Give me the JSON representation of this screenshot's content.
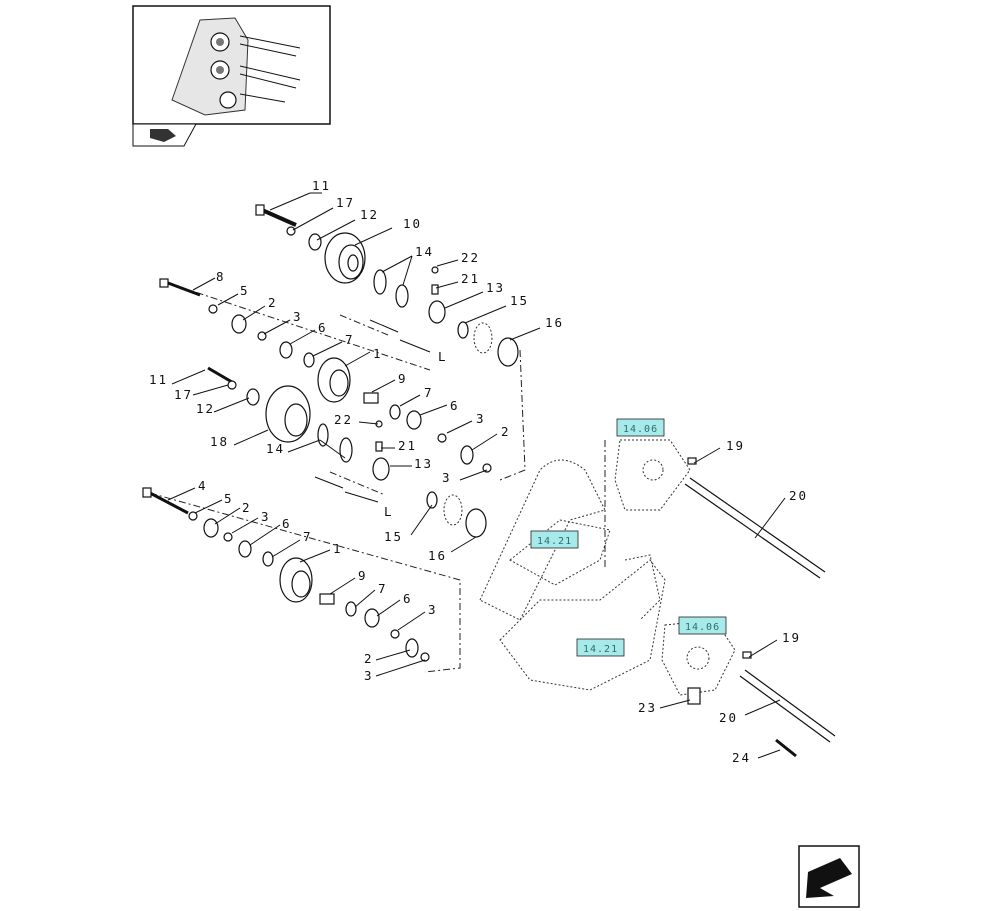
{
  "callouts": [
    {
      "id": "c11a",
      "text": "11"
    },
    {
      "id": "c17a",
      "text": "17"
    },
    {
      "id": "c12a",
      "text": "12"
    },
    {
      "id": "c10",
      "text": "10"
    },
    {
      "id": "c14a",
      "text": "14"
    },
    {
      "id": "c22a",
      "text": "22"
    },
    {
      "id": "c21a",
      "text": "21"
    },
    {
      "id": "c13a",
      "text": "13"
    },
    {
      "id": "c15a",
      "text": "15"
    },
    {
      "id": "c16a",
      "text": "16"
    },
    {
      "id": "c8",
      "text": "8"
    },
    {
      "id": "c5a",
      "text": "5"
    },
    {
      "id": "c2a",
      "text": "2"
    },
    {
      "id": "c3a",
      "text": "3"
    },
    {
      "id": "c6a",
      "text": "6"
    },
    {
      "id": "c7a",
      "text": "7"
    },
    {
      "id": "c1a",
      "text": "1"
    },
    {
      "id": "c9a",
      "text": "9"
    },
    {
      "id": "c7b",
      "text": "7"
    },
    {
      "id": "c6b",
      "text": "6"
    },
    {
      "id": "c3b",
      "text": "3"
    },
    {
      "id": "c2b",
      "text": "2"
    },
    {
      "id": "c3c",
      "text": "3"
    },
    {
      "id": "c11b",
      "text": "11"
    },
    {
      "id": "c17b",
      "text": "17"
    },
    {
      "id": "c12b",
      "text": "12"
    },
    {
      "id": "c18",
      "text": "18"
    },
    {
      "id": "c14b",
      "text": "14"
    },
    {
      "id": "c22b",
      "text": "22"
    },
    {
      "id": "c21b",
      "text": "21"
    },
    {
      "id": "c13b",
      "text": "13"
    },
    {
      "id": "c15b",
      "text": "15"
    },
    {
      "id": "c16b",
      "text": "16"
    },
    {
      "id": "c4",
      "text": "4"
    },
    {
      "id": "c5b",
      "text": "5"
    },
    {
      "id": "c2c",
      "text": "2"
    },
    {
      "id": "c3d",
      "text": "3"
    },
    {
      "id": "c6c",
      "text": "6"
    },
    {
      "id": "c7c",
      "text": "7"
    },
    {
      "id": "c1b",
      "text": "1"
    },
    {
      "id": "c9b",
      "text": "9"
    },
    {
      "id": "c7d",
      "text": "7"
    },
    {
      "id": "c6d",
      "text": "6"
    },
    {
      "id": "c3e",
      "text": "3"
    },
    {
      "id": "c2d",
      "text": "2"
    },
    {
      "id": "c3f",
      "text": "3"
    },
    {
      "id": "c19a",
      "text": "19"
    },
    {
      "id": "c20a",
      "text": "20"
    },
    {
      "id": "c19b",
      "text": "19"
    },
    {
      "id": "c20b",
      "text": "20"
    },
    {
      "id": "c23",
      "text": "23"
    },
    {
      "id": "c24",
      "text": "24"
    },
    {
      "id": "cLa",
      "text": "L"
    },
    {
      "id": "cLb",
      "text": "L"
    }
  ],
  "refs": [
    {
      "id": "r1",
      "text": "14.06"
    },
    {
      "id": "r2",
      "text": "14.21"
    },
    {
      "id": "r3",
      "text": "14.21"
    },
    {
      "id": "r4",
      "text": "14.06"
    }
  ],
  "colors": {
    "ref_fill": "#a8eaea",
    "line": "#111111"
  },
  "icons": {
    "thumbnail": "assembly-thumbnail-icon",
    "book": "book-icon",
    "nav": "next-page-arrow-icon"
  }
}
